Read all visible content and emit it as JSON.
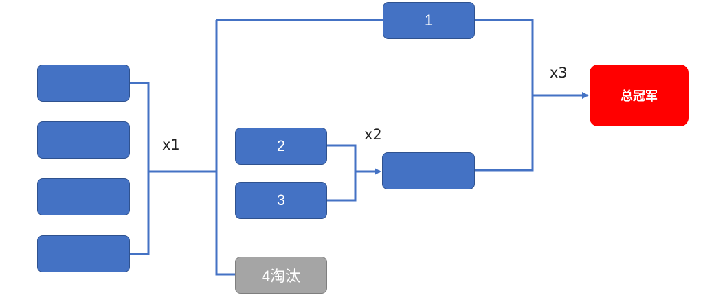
{
  "nodes": {
    "group_a": [
      "",
      "",
      "",
      ""
    ],
    "top": "1",
    "seed2": "2",
    "seed3": "3",
    "eliminated": "4淘汰",
    "semi_winner": "",
    "champion": "总冠军"
  },
  "labels": {
    "x1": "x1",
    "x2": "x2",
    "x3": "x3"
  },
  "colors": {
    "box_fill": "#4472c4",
    "box_border": "#2f528f",
    "line": "#4472c4",
    "eliminated_fill": "#a5a5a5",
    "champion_fill": "#ff0000"
  }
}
